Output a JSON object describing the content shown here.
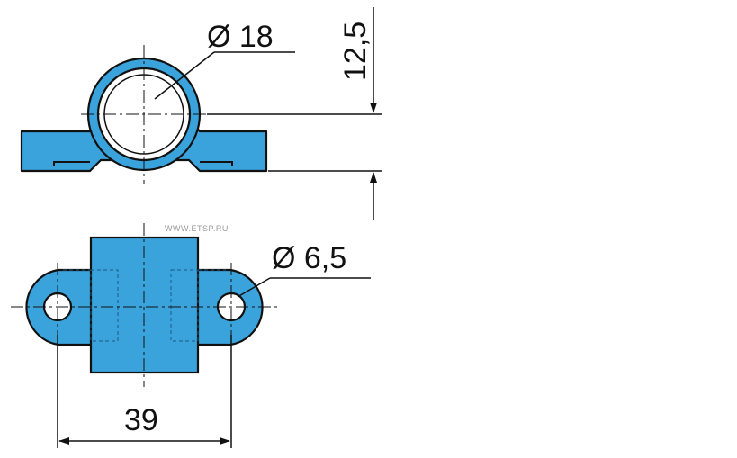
{
  "dimensions": {
    "tube_diameter": "Ø 18",
    "height": "12,5",
    "hole_diameter": "Ø 6,5",
    "hole_spacing": "39"
  },
  "watermark": "WWW.ETSP.RU",
  "colors": {
    "part_fill": "#3aa3db",
    "outline": "#111111",
    "background": "#ffffff"
  }
}
